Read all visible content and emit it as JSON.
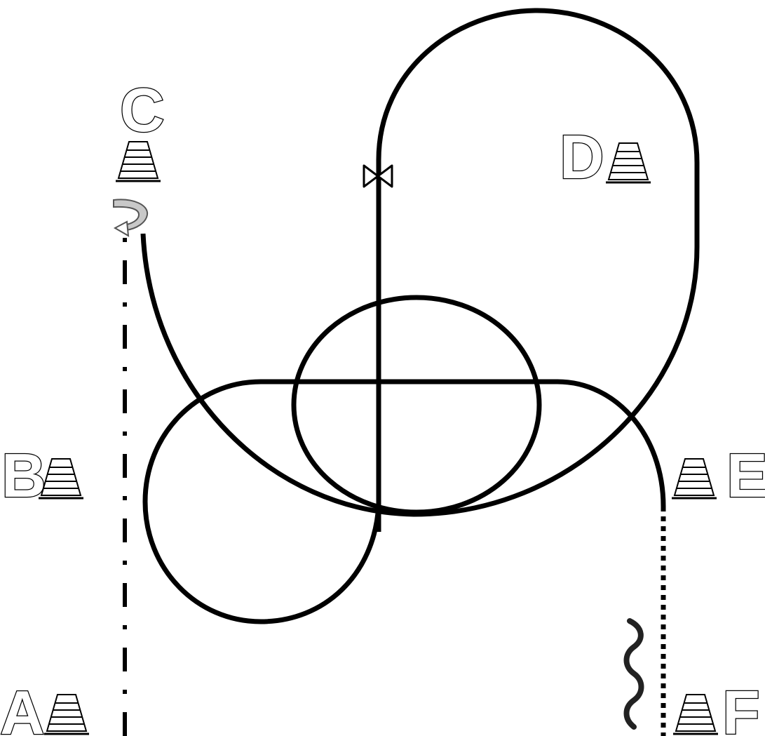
{
  "labels": {
    "a": "A",
    "b": "B",
    "c": "C",
    "d": "D",
    "e": "E",
    "f": "F"
  },
  "icons": {
    "cone": "traffic-cone-icon",
    "turn": "u-turn-arrow-icon",
    "wave": "wavy-line-icon",
    "tie": "bowtie-marker-icon"
  },
  "colors": {
    "line": "#000000",
    "fill": "#ffffff",
    "arrow": "#c8c8c8"
  }
}
